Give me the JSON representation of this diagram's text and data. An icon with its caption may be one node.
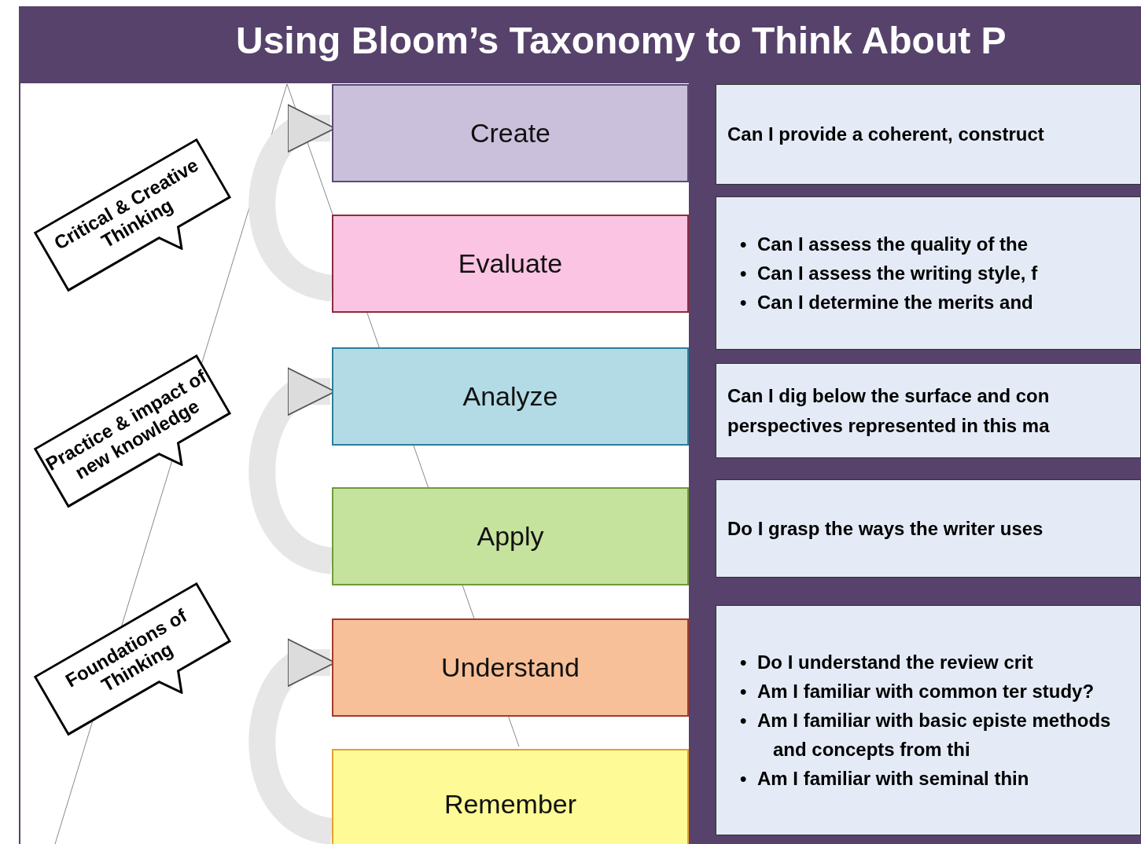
{
  "diagram": {
    "title": "Using Bloom’s Taxonomy to Think About P",
    "nodes": [
      {
        "text": [
          "Create"
        ]
      },
      {
        "text": [
          "Evaluate"
        ]
      },
      {
        "text": [
          "Analyze"
        ]
      },
      {
        "text": [
          "Apply"
        ]
      },
      {
        "text": [
          "Understand"
        ]
      },
      {
        "text": [
          "Remember"
        ]
      },
      {
        "text": [
          "Critical & Creative Thinking"
        ]
      },
      {
        "text": [
          "Practice & impact of new knowledge"
        ]
      },
      {
        "text": [
          "Foundations of Thinking"
        ]
      },
      {
        "text": [
          "Can I provide a coherent, construct"
        ]
      },
      {
        "text": [
          "•\tCan I assess the quality of the",
          "•\tCan I assess the writing style, f",
          "•\tCan I determine the merits and"
        ]
      },
      {
        "text": [
          "Can I dig below the surface and con perspectives represented in this ma"
        ]
      },
      {
        "text": [
          "Do I grasp the ways the writer uses"
        ]
      },
      {
        "text": [
          "•\tDo I understand the review crit",
          "•\tAm I familiar with common ter study?",
          "•\tAm I familiar with basic episte methods and concepts from thi",
          "•\tAm I familiar with seminal thin"
        ]
      }
    ],
    "edges": [
      {
        "from": 1,
        "to": 0,
        "arrow": "to"
      },
      {
        "from": 3,
        "to": 2,
        "arrow": "to"
      },
      {
        "from": 5,
        "to": 4,
        "arrow": "to"
      }
    ]
  }
}
